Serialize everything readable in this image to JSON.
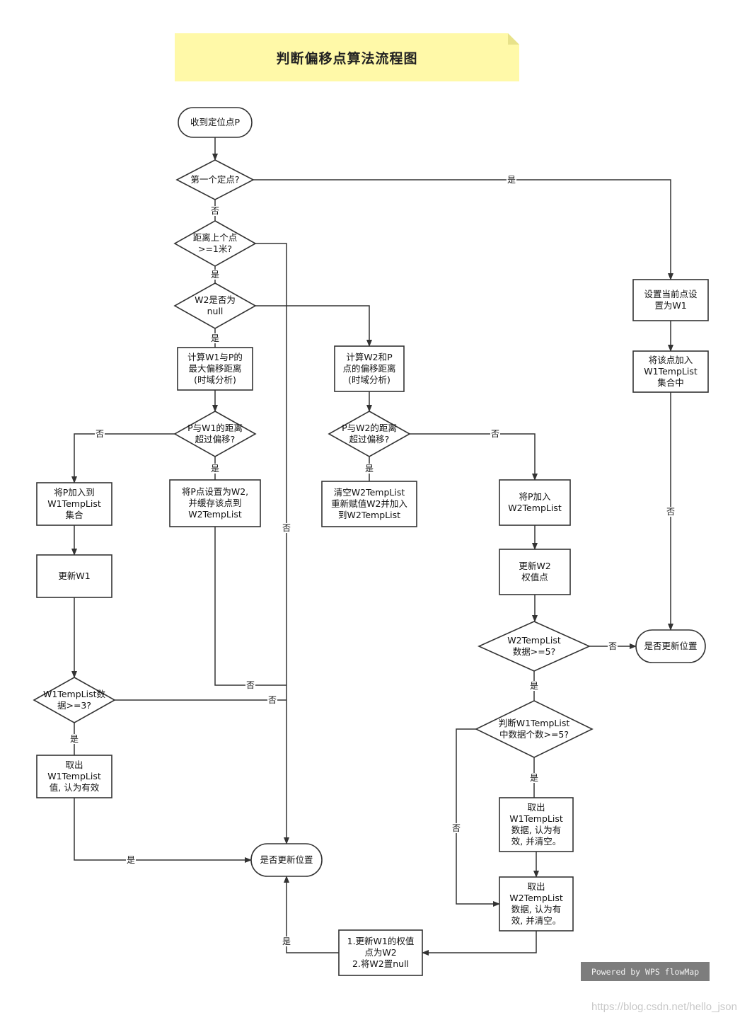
{
  "title": "判断偏移点算法流程图",
  "nodes": {
    "start": "收到定位点P",
    "first_point": "第一个定点?",
    "dist_prev": "距离上个点\n>=1米?",
    "w2_null": "W2是否为\nnull",
    "calc_w1_max": "计算W1与P的\n最大偏移距离\n(时域分析)",
    "set_w1": "设置当前点设\n置为W1",
    "add_w1_list": "将该点加入\nW1TempList\n集合中",
    "calc_w2_offset": "计算W2和P\n点的偏移距离\n(时域分析)",
    "p_w1_exceed": "P与W1的距离\n超过偏移?",
    "p_w2_exceed": "P与W2的距离\n超过偏移?",
    "add_p_w1list": "将P加入到\nW1TempList\n集合",
    "set_p_w2": "将P点设置为W2,\n并缓存该点到\nW2TempList",
    "clear_w2list": "清空W2TempList\n重新赋值W2并加入\n到W2TempList",
    "add_p_w2list": "将P加入\nW2TempList",
    "update_w1": "更新W1",
    "update_w2": "更新W2\n权值点",
    "w2list_ge5": "W2TempList\n数据>=5?",
    "update_pos_right": "是否更新位置",
    "w1list_ge3": "W1TempList数\n据>=3?",
    "judge_w1list": "判断W1TempList\n中数据个数>=5?",
    "take_w1list": "取出\nW1TempList\n值, 认为有效",
    "take_w1_clear": "取出\nW1TempList\n数据, 认为有\n效, 并清空。",
    "update_pos_center": "是否更新位置",
    "take_w2_clear": "取出\nW2TempList\n数据, 认为有\n效, 并清空。",
    "update_w1_w2": "1.更新W1的权值\n点为W2\n2.将W2置null"
  },
  "edge_labels": {
    "first_yes": "是",
    "first_no": "否",
    "dist_yes": "是",
    "dist_no": "否",
    "w2null_yes": "是",
    "pw1_no": "否",
    "pw1_yes": "是",
    "pw2_yes": "是",
    "pw2_no": "否",
    "setp_no": "否",
    "w1ge3_no": "否",
    "w1ge3_yes": "是",
    "take_yes": "是",
    "w2ge5_no": "否",
    "w2ge5_yes": "是",
    "judge_yes": "是",
    "judge_no": "否",
    "right_no": "否",
    "final_yes": "是"
  },
  "footer": {
    "powered": "Powered by WPS flowMap",
    "watermark": "https://blog.csdn.net/hello_json"
  },
  "colors": {
    "title_bg": "#fff9a8",
    "stroke": "#333333",
    "powered_bg": "#7d7d7d"
  }
}
